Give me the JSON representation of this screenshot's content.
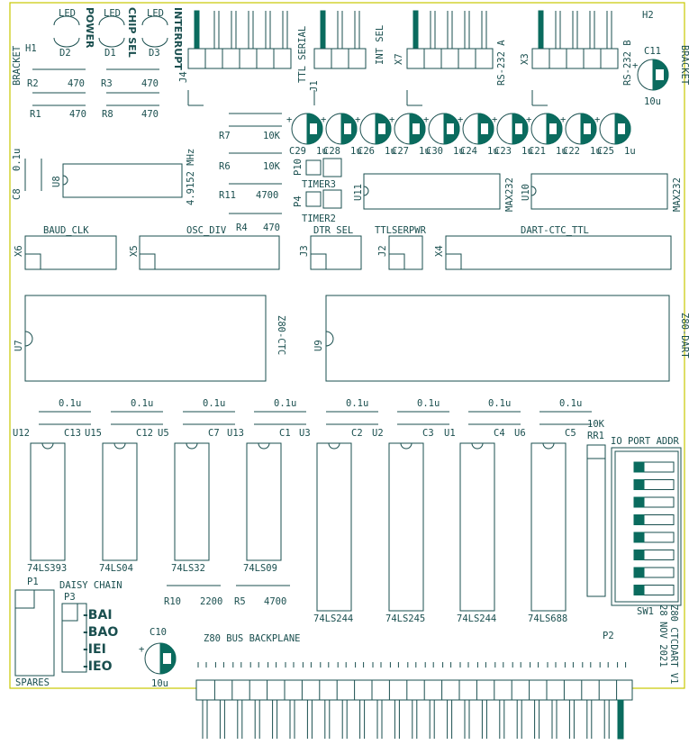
{
  "board": {
    "name": "Z80 CTCDART V1",
    "date": "28 NOV 2021",
    "colors": {
      "silk": "#1a4f4f",
      "copper": "#0a6b5e",
      "edge": "#c8c800",
      "background": "#ffffff"
    }
  },
  "top_left": {
    "bracket_left": "BRACKET",
    "h1": "H1",
    "leds": [
      {
        "led": "LED",
        "ref": "D2",
        "func": "POWER"
      },
      {
        "led": "LED",
        "ref": "D1",
        "func": "CHIP SEL"
      },
      {
        "led": "LED",
        "ref": "D3",
        "func": "INTERRUPT"
      }
    ],
    "resistors": [
      {
        "ref": "R2",
        "val": "470"
      },
      {
        "ref": "R3",
        "val": "470"
      },
      {
        "ref": "R1",
        "val": "470"
      },
      {
        "ref": "R8",
        "val": "470"
      }
    ]
  },
  "top_right": {
    "h2": "H2",
    "c11": "C11",
    "c11_val": "10u",
    "bracket_right": "BRACKET"
  },
  "headers": [
    {
      "ref": "J4",
      "label": ""
    },
    {
      "ref": "J1",
      "label": "TTL SERIAL"
    },
    {
      "ref": "",
      "label": "INT SEL"
    },
    {
      "ref": "X7",
      "label": "RS-232 A"
    },
    {
      "ref": "X3",
      "label": "RS-232 B"
    }
  ],
  "mid_resistors": [
    {
      "ref": "R7",
      "val": "10K"
    },
    {
      "ref": "R6",
      "val": "10K"
    },
    {
      "ref": "R11",
      "val": "4700"
    },
    {
      "ref": "R4",
      "val": "470"
    }
  ],
  "caps_row": [
    {
      "ref": "C29",
      "val": "1u"
    },
    {
      "ref": "C28",
      "val": "1u"
    },
    {
      "ref": "C26",
      "val": "1u"
    },
    {
      "ref": "C27",
      "val": "1u"
    },
    {
      "ref": "C30",
      "val": "1u"
    },
    {
      "ref": "C24",
      "val": "1u"
    },
    {
      "ref": "C23",
      "val": "1u"
    },
    {
      "ref": "C21",
      "val": "1u"
    },
    {
      "ref": "C22",
      "val": "1u"
    },
    {
      "ref": "C25",
      "val": "1u"
    }
  ],
  "osc": {
    "c8": "C8",
    "c8_val": "0.1u",
    "u8": "U8",
    "freq": "4.9152 MHz"
  },
  "timers": [
    {
      "ref": "P10",
      "label": "TIMER3"
    },
    {
      "ref": "P4",
      "label": "TIMER2"
    }
  ],
  "max232": [
    {
      "ref": "U11",
      "part": "MAX232"
    },
    {
      "ref": "U10",
      "part": "MAX232"
    }
  ],
  "connectors_mid": [
    {
      "ref": "X6",
      "label": "BAUD_CLK"
    },
    {
      "ref": "X5",
      "label": "OSC_DIV"
    },
    {
      "ref": "J3",
      "label": "DTR SEL"
    },
    {
      "ref": "J2",
      "label": "TTLSERPWR"
    },
    {
      "ref": "X4",
      "label": "DART-CTC_TTL"
    }
  ],
  "big_chips": [
    {
      "ref": "U7",
      "part": "Z80-CTC"
    },
    {
      "ref": "U9",
      "part": "Z80-DART"
    }
  ],
  "small_caps": [
    {
      "ref": "C13",
      "val": "0.1u"
    },
    {
      "ref": "C12",
      "val": "0.1u"
    },
    {
      "ref": "C7",
      "val": "0.1u"
    },
    {
      "ref": "C1",
      "val": "0.1u"
    },
    {
      "ref": "C2",
      "val": "0.1u"
    },
    {
      "ref": "C3",
      "val": "0.1u"
    },
    {
      "ref": "C4",
      "val": "0.1u"
    },
    {
      "ref": "C5",
      "val": "0.1u"
    }
  ],
  "ics_bottom": [
    {
      "ref": "U12",
      "part": "74LS393"
    },
    {
      "ref": "U15",
      "part": "74LS04"
    },
    {
      "ref": "U5",
      "part": "74LS32"
    },
    {
      "ref": "U13",
      "part": "74LS09"
    },
    {
      "ref": "U3",
      "part": "74LS244"
    },
    {
      "ref": "U2",
      "part": "74LS245"
    },
    {
      "ref": "U1",
      "part": "74LS244"
    },
    {
      "ref": "U6",
      "part": "74LS688"
    }
  ],
  "rr1": {
    "val": "10K",
    "ref": "RR1"
  },
  "sw1": {
    "ref": "SW1",
    "label": "IO PORT ADDR"
  },
  "bottom_resistors": [
    {
      "ref": "R10",
      "val": "2200"
    },
    {
      "ref": "R5",
      "val": "4700"
    }
  ],
  "bottom_left": {
    "p1": "P1",
    "daisy": "DAISY CHAIN",
    "p3": "P3",
    "signals": [
      "-BAI",
      "-BAO",
      "-IEI",
      "-IEO"
    ],
    "spares": "SPARES",
    "c10": "C10",
    "c10_val": "10u"
  },
  "backplane": {
    "label": "Z80 BUS BACKPLANE",
    "ref": "P2"
  }
}
